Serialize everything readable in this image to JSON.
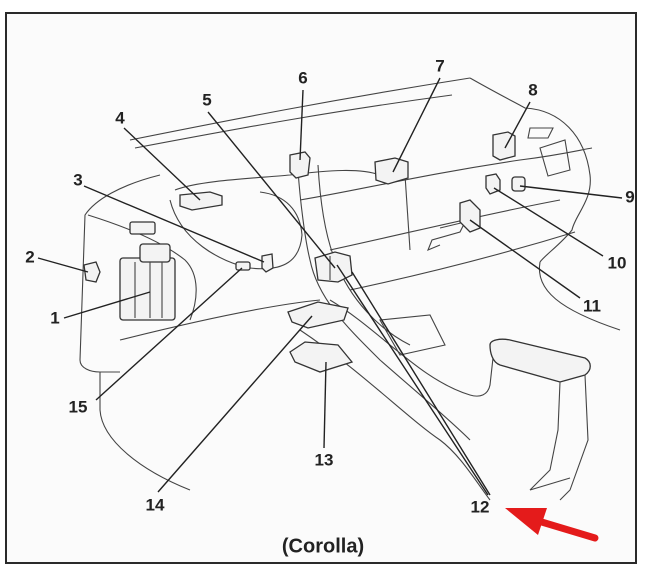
{
  "diagram": {
    "caption": "(Corolla)",
    "subject": "Toyota Corolla interior fuse box and relay locations",
    "callouts": [
      {
        "id": 1,
        "label": "1"
      },
      {
        "id": 2,
        "label": "2"
      },
      {
        "id": 3,
        "label": "3"
      },
      {
        "id": 4,
        "label": "4"
      },
      {
        "id": 5,
        "label": "5"
      },
      {
        "id": 6,
        "label": "6"
      },
      {
        "id": 7,
        "label": "7"
      },
      {
        "id": 8,
        "label": "8"
      },
      {
        "id": 9,
        "label": "9"
      },
      {
        "id": 10,
        "label": "10"
      },
      {
        "id": 11,
        "label": "11"
      },
      {
        "id": 12,
        "label": "12"
      },
      {
        "id": 13,
        "label": "13"
      },
      {
        "id": 14,
        "label": "14"
      },
      {
        "id": 15,
        "label": "15"
      }
    ],
    "highlight": {
      "target_callout": "12",
      "arrow_color": "#e41b1b"
    },
    "colors": {
      "line": "#222222",
      "frame": "#2a2a2a",
      "background": "#fbfbfb"
    }
  }
}
